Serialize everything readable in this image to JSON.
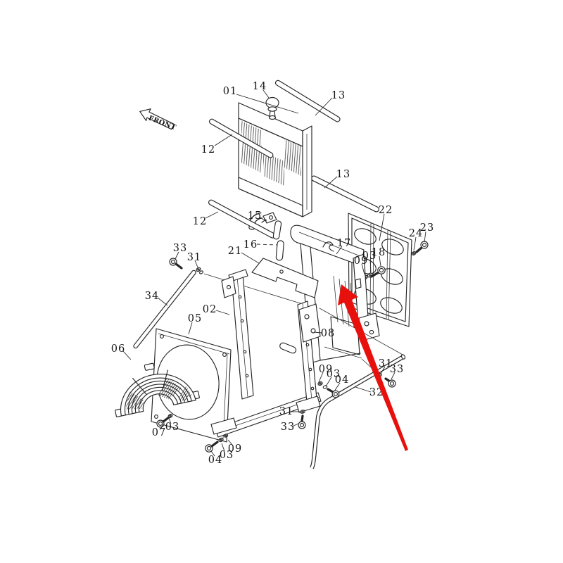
{
  "diagram": {
    "kind": "exploded-parts-diagram",
    "front_label": "FRONT",
    "background_color": "#ffffff",
    "line_color": "#252525",
    "pointer_arrow_color": "#e8100c"
  },
  "callouts": [
    {
      "text": "01"
    },
    {
      "text": "14"
    },
    {
      "text": "13"
    },
    {
      "text": "12"
    },
    {
      "text": "13"
    },
    {
      "text": "12"
    },
    {
      "text": "15"
    },
    {
      "text": "16"
    },
    {
      "text": "21"
    },
    {
      "text": "17"
    },
    {
      "text": "09"
    },
    {
      "text": "03"
    },
    {
      "text": "18"
    },
    {
      "text": "22"
    },
    {
      "text": "24"
    },
    {
      "text": "23"
    },
    {
      "text": "33"
    },
    {
      "text": "31"
    },
    {
      "text": "34"
    },
    {
      "text": "02"
    },
    {
      "text": "05"
    },
    {
      "text": "06"
    },
    {
      "text": "08"
    },
    {
      "text": "09"
    },
    {
      "text": "03"
    },
    {
      "text": "04"
    },
    {
      "text": "31"
    },
    {
      "text": "33"
    },
    {
      "text": "32"
    },
    {
      "text": "31"
    },
    {
      "text": "33"
    },
    {
      "text": "07"
    },
    {
      "text": "03"
    },
    {
      "text": "04"
    },
    {
      "text": "03"
    },
    {
      "text": "09"
    }
  ]
}
